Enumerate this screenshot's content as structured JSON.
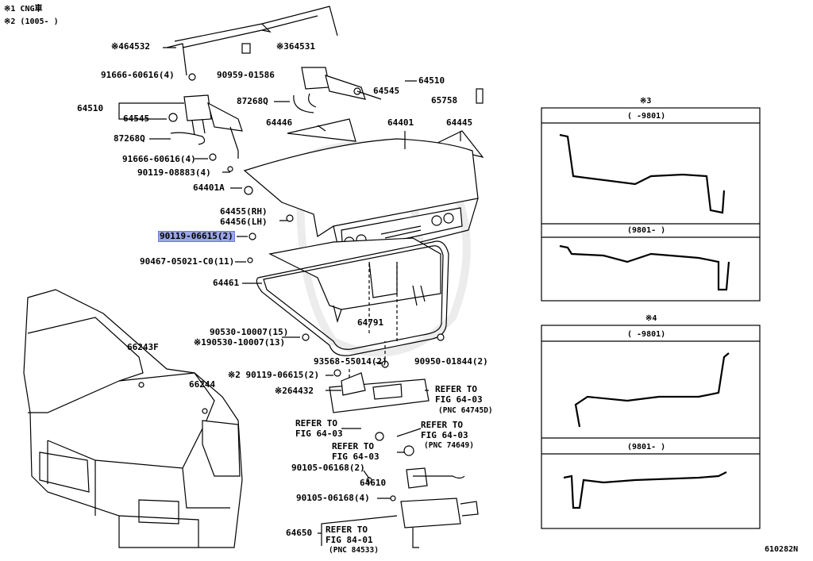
{
  "notes": {
    "n1": "※1 CNG車",
    "n2": "※2 (1005-      )"
  },
  "callouts": {
    "p64532": "※464532",
    "p64531": "※364531",
    "p91666a": "91666-60616(4)",
    "p90959": "90959-01586",
    "p64510a": "64510",
    "p64545a": "64545",
    "p87268a": "87268Q",
    "p91666b": "91666-60616(4)",
    "p90119a": "90119-08883(4)",
    "p64401A": "64401A",
    "p64510b": "64510",
    "p64545b": "64545",
    "p87268b": "87268Q",
    "p65758": "65758",
    "p64446": "64446",
    "p64401": "64401",
    "p64445": "64445",
    "p64455": "64455(RH)",
    "p64456": "64456(LH)",
    "p90119b": "90119-06615(2)",
    "p90467": "90467-05021-C0(11)",
    "p64461": "64461",
    "p64791": "64791",
    "p90530a": "90530-10007(15)",
    "p90530b": "※190530-10007(13)",
    "p66243F": "66243F",
    "p66244": "66244",
    "p93568": "93568-55014(2)",
    "p90950": "90950-01844(2)",
    "p90119c": "※2 90119-06615(2)",
    "p64432": "※264432",
    "ref1a": "REFER TO",
    "ref1b": "FIG 64-03",
    "ref1c": "(PNC 64745D)",
    "ref2a": "REFER TO",
    "ref2b": "FIG 64-03",
    "ref3a": "REFER TO",
    "ref3b": "FIG 64-03",
    "ref3c": "(PNC 74649)",
    "ref4a": "REFER TO",
    "ref4b": "FIG 64-03",
    "p90105a": "90105-06168(2)",
    "p64610": "64610",
    "p90105b": "90105-06168(4)",
    "p64650": "64650",
    "ref5a": "REFER TO",
    "ref5b": "FIG 84-01",
    "ref5c": "(PNC 84533)"
  },
  "inset1": {
    "title": "※3",
    "row1": "(   -9801)",
    "row2": "(9801-   )"
  },
  "inset2": {
    "title": "※4",
    "row1": "(   -9801)",
    "row2": "(9801-   )"
  },
  "figure_id": "610282N",
  "colors": {
    "highlight": "#9aa6e8",
    "line": "#000000",
    "watermark": "#ececec"
  }
}
